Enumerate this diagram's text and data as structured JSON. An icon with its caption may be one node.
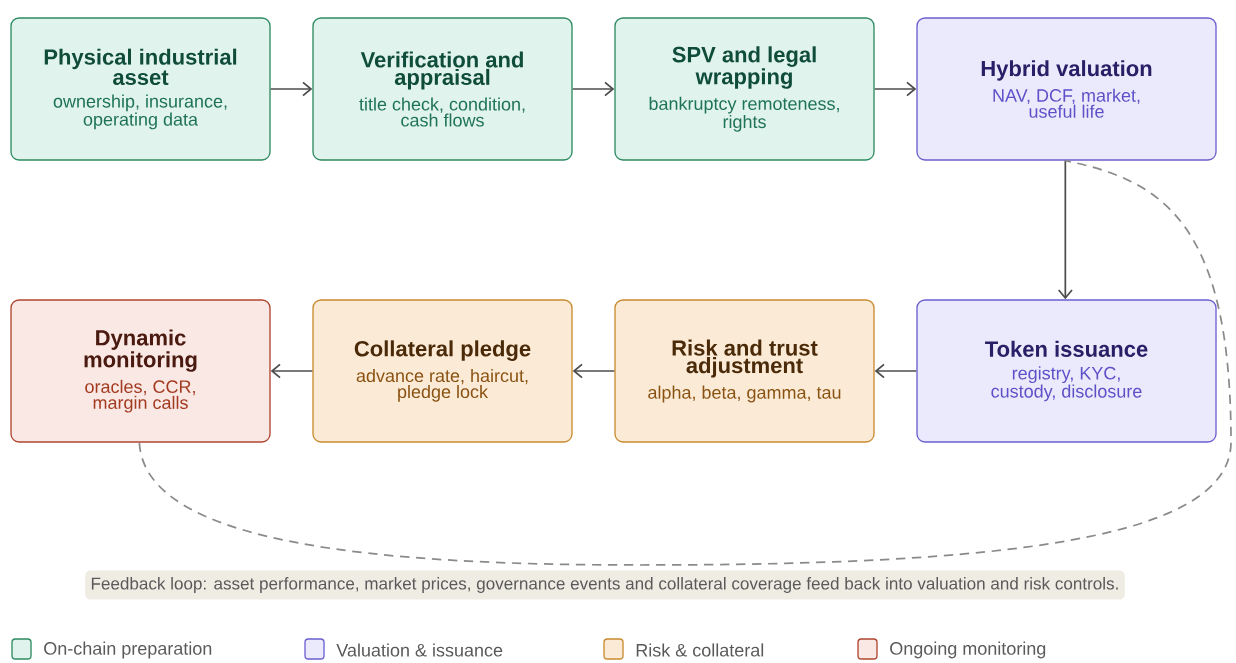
{
  "diagram": {
    "nodes": [
      {
        "text": [
          "Physical industrial asset",
          "ownership, insurance, operating data"
        ]
      },
      {
        "text": [
          "Verification and appraisal",
          "title check, condition, cash flows"
        ]
      },
      {
        "text": [
          "SPV and legal wrapping",
          "bankruptcy remoteness, rights"
        ]
      },
      {
        "text": [
          "Hybrid valuation",
          "NAV, DCF, market, useful life"
        ]
      },
      {
        "text": [
          "Dynamic monitoring",
          "oracles, CCR, margin calls"
        ]
      },
      {
        "text": [
          "Collateral pledge",
          "advance rate, haircut, pledge lock"
        ]
      },
      {
        "text": [
          "Risk and trust adjustment",
          "alpha, beta, gamma, tau"
        ]
      },
      {
        "text": [
          "Token issuance",
          "registry, KYC, custody, disclosure"
        ]
      }
    ],
    "edges": [
      {
        "from": 0,
        "to": 1,
        "arrow": "to"
      },
      {
        "from": 1,
        "to": 2,
        "arrow": "to"
      },
      {
        "from": 2,
        "to": 3,
        "arrow": "to"
      },
      {
        "from": 3,
        "to": 7,
        "arrow": "to"
      },
      {
        "from": 7,
        "to": 6,
        "arrow": "to"
      },
      {
        "from": 6,
        "to": 5,
        "arrow": "to"
      },
      {
        "from": 5,
        "to": 4,
        "arrow": "to"
      },
      {
        "from": 4,
        "to": 3,
        "arrow": "none",
        "style": "dashed",
        "color": "#8a8a8a",
        "label": "Feedback loop: asset performance, market prices, governance events and collateral coverage feed back into valuation and risk controls."
      }
    ],
    "legend": [
      {
        "text": "On-chain preparation",
        "color": "#e0f3ec"
      },
      {
        "text": "Valuation & issuance",
        "color": "#ebeafc"
      },
      {
        "text": "Risk & collateral",
        "color": "#fbebd6"
      },
      {
        "text": "Ongoing monitoring",
        "color": "#f9e8e4"
      }
    ]
  }
}
